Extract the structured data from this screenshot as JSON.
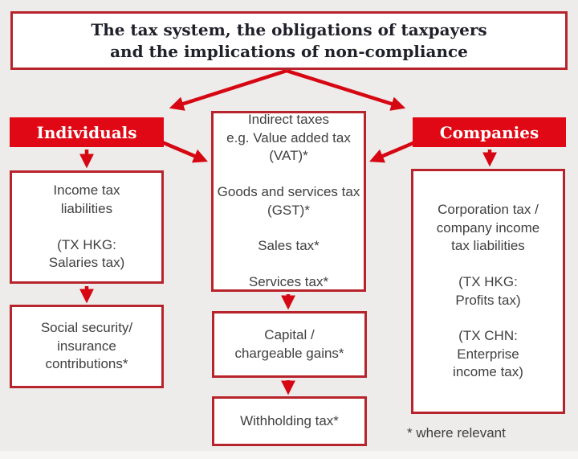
{
  "colors": {
    "background": "#edecea",
    "box_fill": "#ffffff",
    "border_red": "#b7242c",
    "banner_red": "#e00814",
    "arrow_red": "#d60712",
    "title_text": "#20202a",
    "body_text": "#404040",
    "banner_text": "#ffffff"
  },
  "title": "The tax system, the obligations of taxpayers\nand the implications of non-compliance",
  "banners": {
    "individuals": "Individuals",
    "companies": "Companies"
  },
  "boxes": {
    "income_tax": "Income tax\nliabilities\n\n(TX HKG:\nSalaries tax)",
    "social_security": "Social security/\ninsurance\ncontributions*",
    "indirect_taxes": "Indirect taxes\ne.g. Value added tax\n(VAT)*\n\nGoods and services tax\n(GST)*\n\nSales tax*\n\nServices tax*",
    "capital_gains": "Capital /\nchargeable gains*",
    "withholding_tax": "Withholding tax*",
    "corporation_tax": "Corporation tax /\ncompany income\ntax liabilities\n\n(TX HKG:\nProfits tax)\n\n(TX CHN:\nEnterprise\nincome tax)"
  },
  "footnote": "* where relevant"
}
